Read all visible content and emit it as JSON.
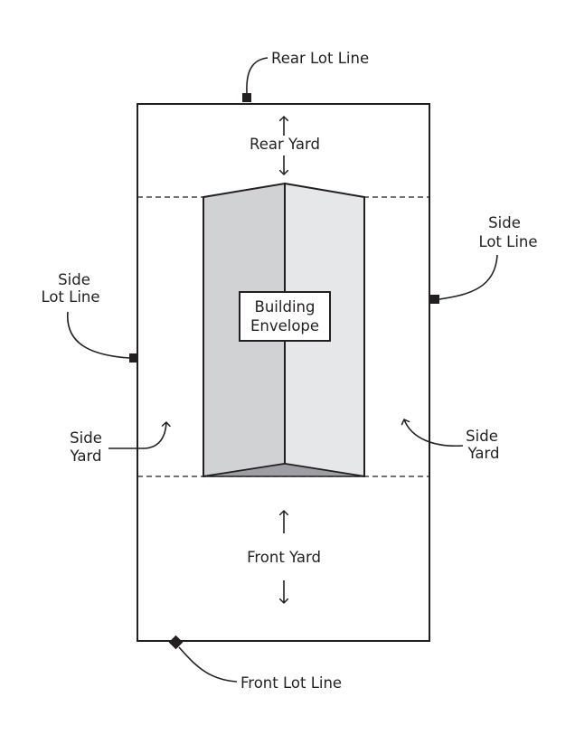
{
  "labels": {
    "rear_lot_line": "Rear Lot Line",
    "rear_yard": "Rear Yard",
    "side_lot_line_right": [
      "Side",
      "Lot Line"
    ],
    "side_lot_line_left": [
      "Side",
      "Lot Line"
    ],
    "building_envelope": [
      "Building",
      "Envelope"
    ],
    "side_yard_left": [
      "Side",
      "Yard"
    ],
    "side_yard_right": [
      "Side",
      "Yard"
    ],
    "front_yard": "Front Yard",
    "front_lot_line": "Front Lot Line"
  },
  "colors": {
    "line": "#231f20",
    "building_left_face": "#d1d2d4",
    "building_right_face": "#e6e7e8",
    "building_floor": "#9d9fa2"
  }
}
